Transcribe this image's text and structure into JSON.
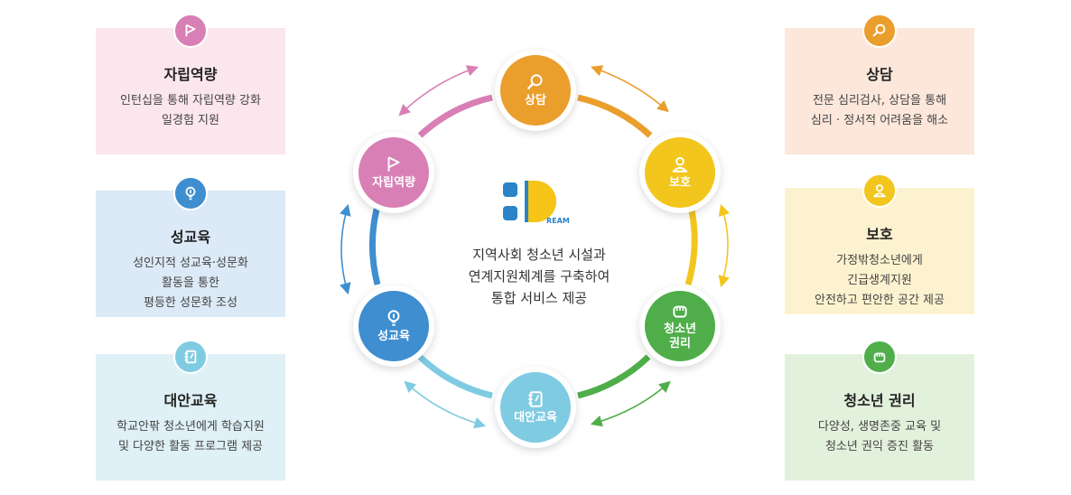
{
  "colors": {
    "counsel": "#ea9e2c",
    "protect": "#f2c61d",
    "rights": "#4fae4a",
    "alt_edu": "#7fcbe2",
    "sex_edu": "#3e8ed0",
    "independence": "#d87fb6",
    "logo_blue": "#2a84c7",
    "logo_yellow": "#f5c417"
  },
  "center": {
    "logo_letter": "D",
    "logo_sub": "REAM",
    "description": "지역사회 청소년 시설과\n연계지원체계를 구축하여\n통합 서비스 제공"
  },
  "nodes": {
    "counsel": {
      "label": "상담",
      "icon": "search-icon"
    },
    "protect": {
      "label": "보호",
      "icon": "person-icon"
    },
    "rights": {
      "label": "청소년\n권리",
      "icon": "fist-icon"
    },
    "alt_edu": {
      "label": "대안교육",
      "icon": "notebook-icon"
    },
    "sex_edu": {
      "label": "성교육",
      "icon": "lightbulb-icon"
    },
    "independence": {
      "label": "자립역량",
      "icon": "flag-icon"
    }
  },
  "cards": {
    "independence": {
      "title": "자립역량",
      "desc": "인턴십을 통해 자립역량 강화\n일경험 지원",
      "bg": "#fbe6ee"
    },
    "sex_edu": {
      "title": "성교육",
      "desc": "성인지적 성교육·성문화\n활동을 통한\n평등한 성문화 조성",
      "bg": "#dce9f6"
    },
    "alt_edu": {
      "title": "대안교육",
      "desc": "학교안팎 청소년에게 학습지원\n및 다양한 활동 프로그램 제공",
      "bg": "#dff0f6"
    },
    "counsel": {
      "title": "상담",
      "desc": "전문 심리검사, 상담을 통해\n심리 · 정서적 어려움을 해소",
      "bg": "#fde7db"
    },
    "protect": {
      "title": "보호",
      "desc": "가정밖청소년에게\n긴급생계지원\n안전하고 편안한 공간 제공",
      "bg": "#fdf2cf"
    },
    "rights": {
      "title": "청소년 권리",
      "desc": "다양성, 생명존중 교육 및\n청소년 권익 증진 활동",
      "bg": "#e2f1dc"
    }
  }
}
